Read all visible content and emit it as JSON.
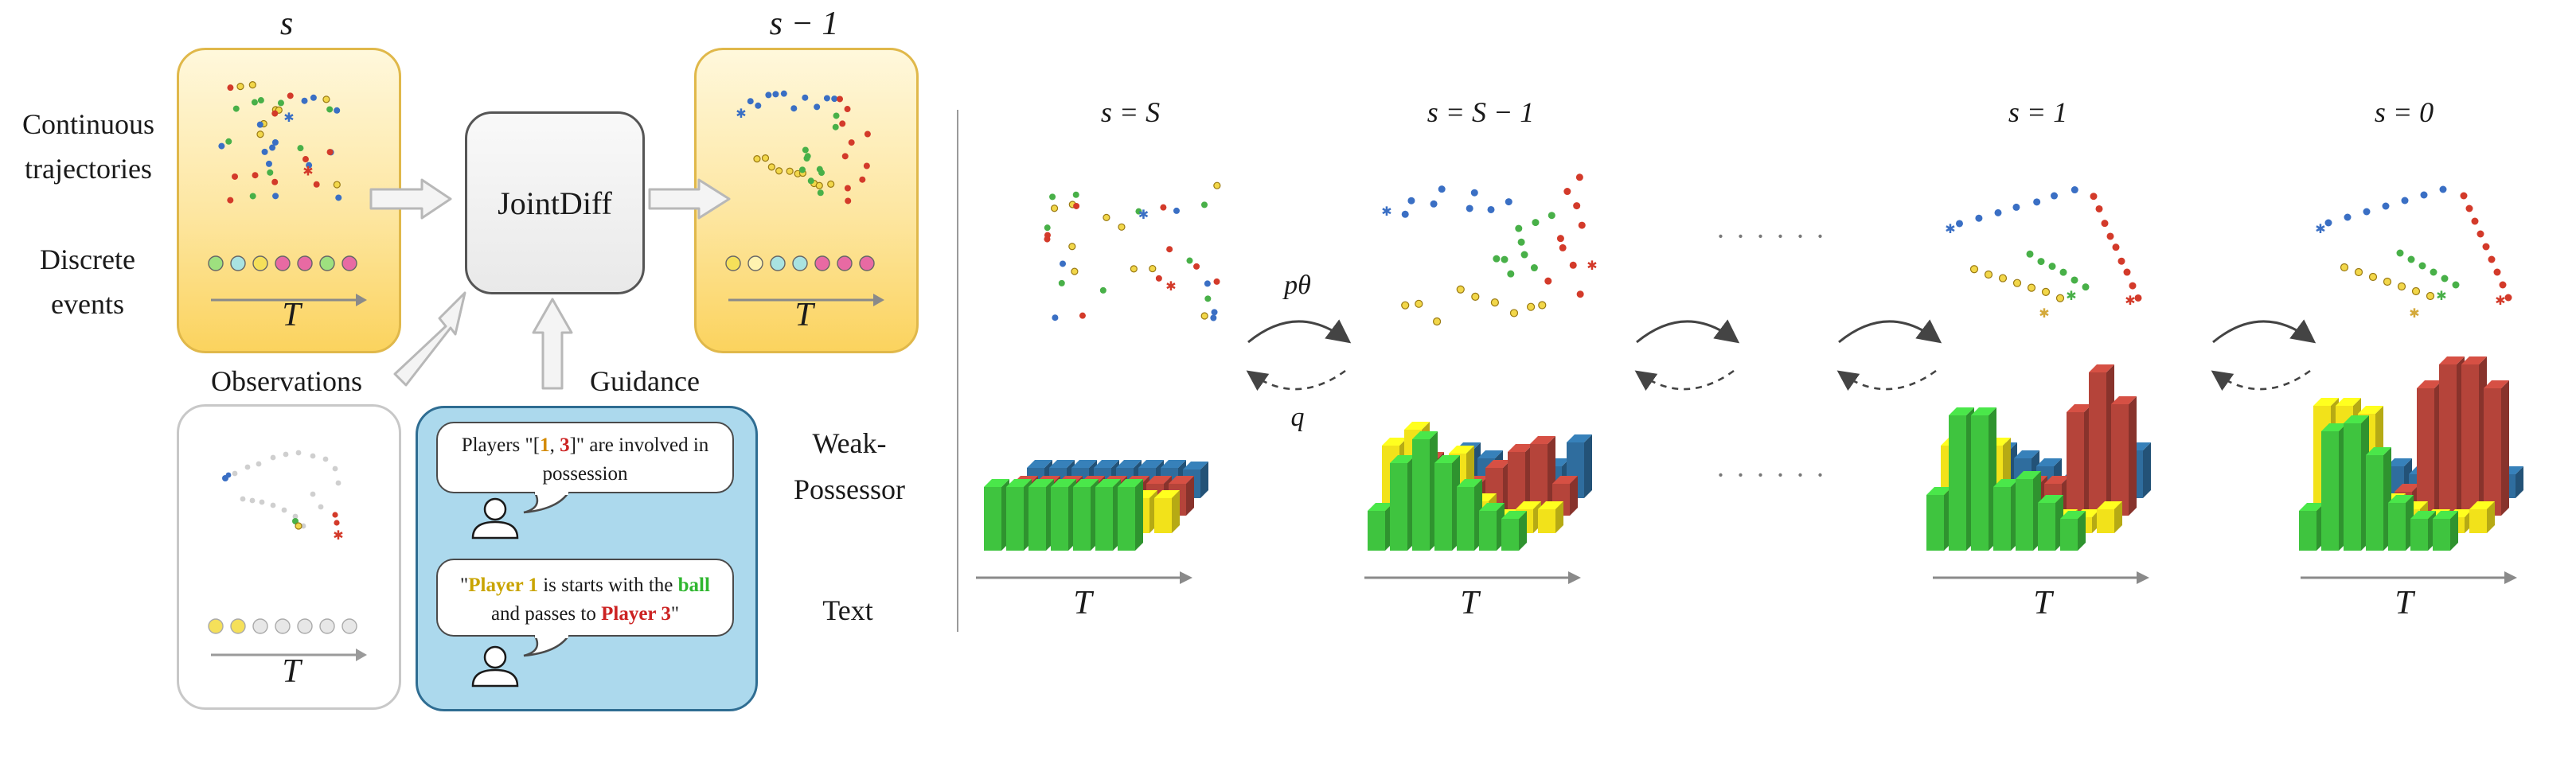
{
  "left_labels": {
    "continuous": "Continuous trajectories",
    "discrete": "Discrete events"
  },
  "step_labels": {
    "s": "s",
    "s_minus_1": "s − 1",
    "T": "T"
  },
  "joint_diff": "JointDiff",
  "observations": "Observations",
  "guidance": "Guidance",
  "bubble1": {
    "pre": "Players \"[",
    "a": "1",
    "comma": ", ",
    "b": "3",
    "post": "]\" are involved in possession"
  },
  "bubble2": {
    "q1": "\"",
    "player1": "Player 1",
    "mid1": " is starts with the ",
    "ball": "ball",
    "mid2": " and passes to ",
    "player3": "Player 3",
    "q2": "\""
  },
  "right_labels": {
    "weak_possessor": "Weak-Possessor",
    "text": "Text"
  },
  "stages": [
    {
      "label": "s = S"
    },
    {
      "label": "s = S − 1"
    },
    {
      "label": "s = 1"
    },
    {
      "label": "s = 0"
    }
  ],
  "transition": {
    "forward": "pθ",
    "backward": "q"
  },
  "ellipsis": "· · · · · ·",
  "colors": {
    "yellow": "#f2e21a",
    "green": "#3fc43f",
    "red": "#b5443a",
    "blue": "#2f6d9e",
    "event_yellow": "#f5e05a",
    "event_cyan": "#a9e3e1",
    "event_pink": "#e86aa3",
    "event_green": "#9ee07f"
  }
}
